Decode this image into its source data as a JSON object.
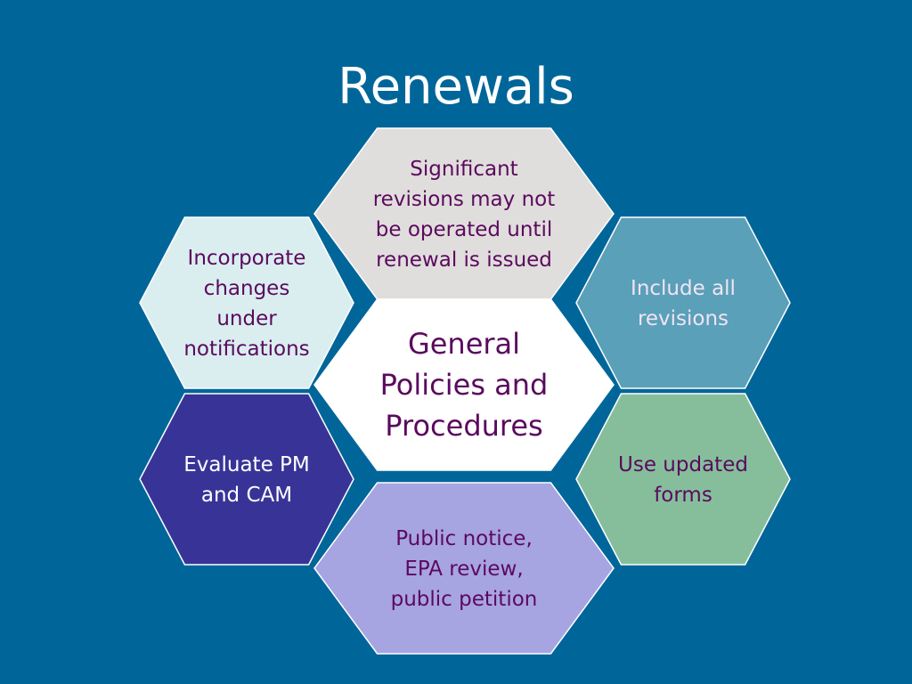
{
  "slide": {
    "title": "Renewals"
  },
  "colors": {
    "background": "#00669A",
    "hex_stroke": "#FFFFFF",
    "purple_text": "#5B0A5E",
    "white_text": "#FFFFFF"
  },
  "diagram": {
    "center": {
      "lines": [
        "General",
        "Policies and",
        "Procedures"
      ],
      "fill": "#FFFFFF",
      "text_color": "#5B0A5E"
    },
    "nodes": [
      {
        "id": "top",
        "lines": [
          "Significant",
          "revisions may not",
          "be operated until",
          "renewal is issued"
        ],
        "fill": "#E0DEDC",
        "text_color": "#5B0A5E"
      },
      {
        "id": "upper-right",
        "lines": [
          "Include all",
          "revisions"
        ],
        "fill": "#5AA0B8",
        "text_color": "#F0E4F5"
      },
      {
        "id": "lower-right",
        "lines": [
          "Use updated",
          "forms"
        ],
        "fill": "#86BE9C",
        "text_color": "#5B0A5E"
      },
      {
        "id": "bottom",
        "lines": [
          "Public notice,",
          "EPA review,",
          "public petition"
        ],
        "fill": "#A7A4E2",
        "text_color": "#5B0A5E"
      },
      {
        "id": "lower-left",
        "lines": [
          "Evaluate PM",
          "and CAM"
        ],
        "fill": "#383497",
        "text_color": "#FFFFFF"
      },
      {
        "id": "upper-left",
        "lines": [
          "Incorporate",
          "changes",
          "under",
          "notifications"
        ],
        "fill": "#DAEEF0",
        "text_color": "#5B0A5E"
      }
    ]
  }
}
